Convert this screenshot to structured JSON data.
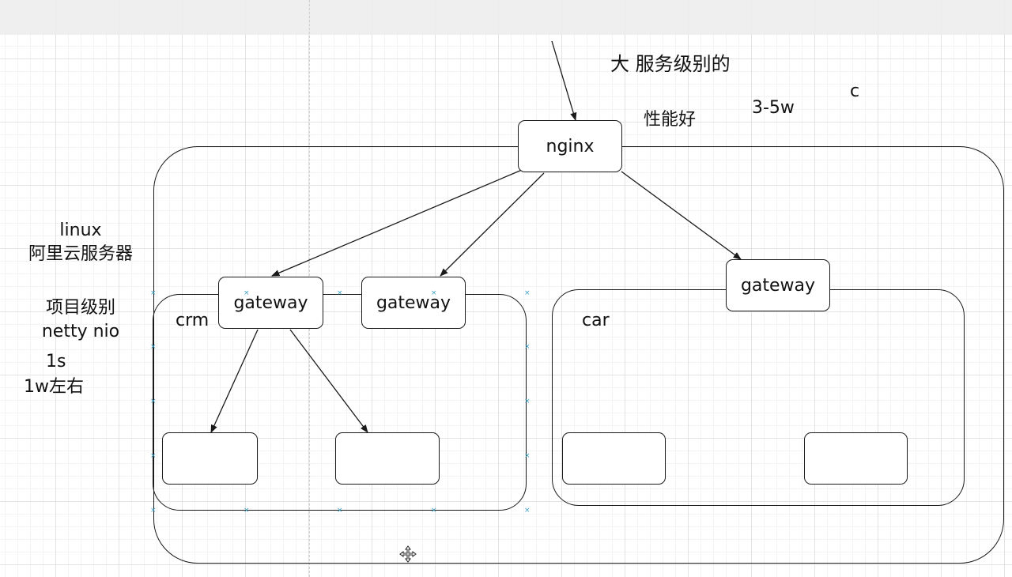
{
  "diagram": {
    "top_text": "大 服务级别的",
    "perf_text": "性能好",
    "rate_text": "3-5w",
    "lang_text": "c",
    "server": {
      "line1": "linux",
      "line2": "阿里云服务器"
    },
    "project": {
      "line1": "项目级别",
      "line2": "netty nio"
    },
    "throughput": {
      "line1": "1s",
      "line2": "1w左右"
    },
    "nginx_label": "nginx",
    "gateway_label": "gateway",
    "crm_label": "crm",
    "car_label": "car"
  },
  "colors": {
    "stroke": "#1a1a1a",
    "selection_handle": "#3aa0c8",
    "grid": "#e3e3e3"
  },
  "icons": {
    "move": "move-cursor-icon"
  }
}
